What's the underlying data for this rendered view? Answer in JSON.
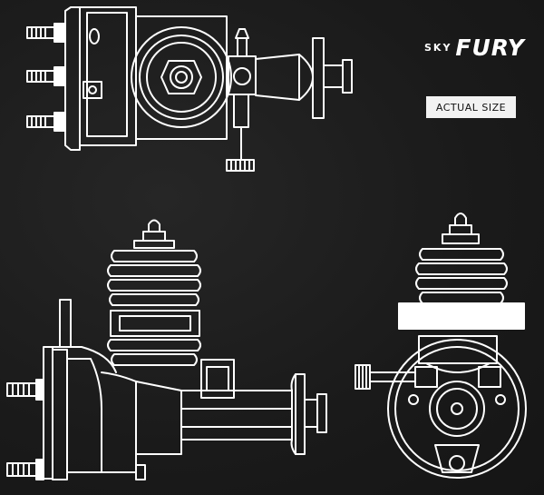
{
  "title": {
    "prefix": "SKY",
    "name": "FURY"
  },
  "badge": {
    "label": "ACTUAL SIZE"
  },
  "colors": {
    "background": "#1b1b1b",
    "line": "#ffffff",
    "badge_bg": "#f2f2f2"
  }
}
